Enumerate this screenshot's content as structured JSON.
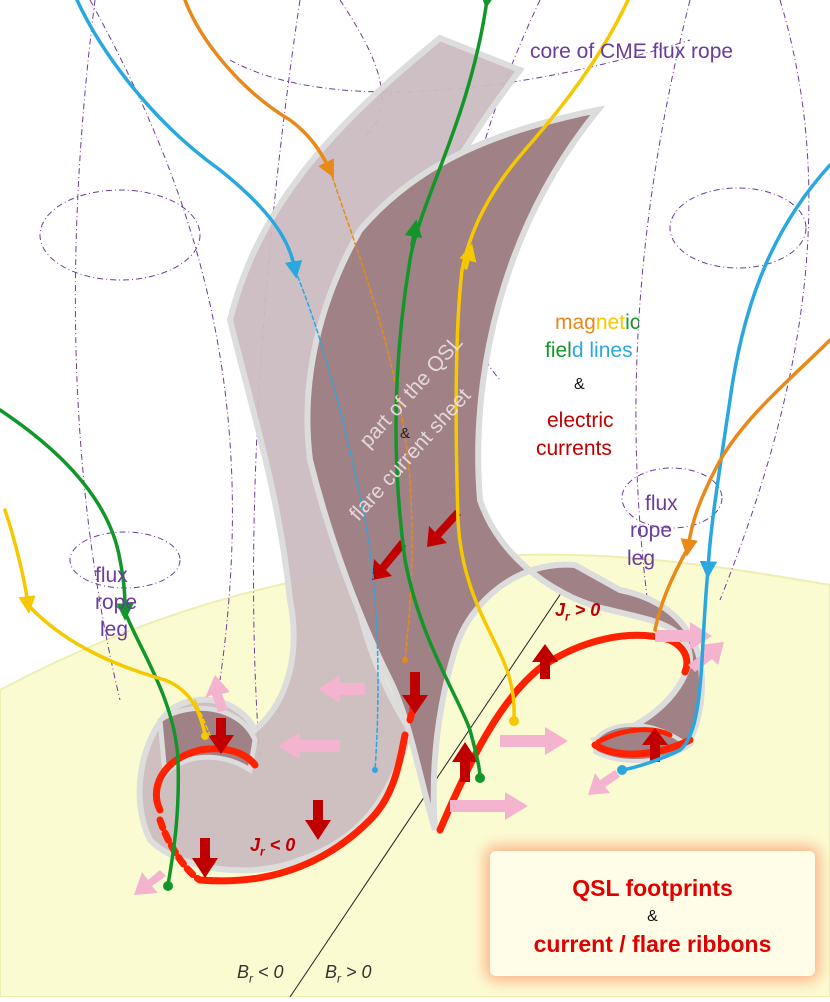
{
  "labels": {
    "core": "core of  CME flux  rope",
    "flux_left": [
      "flux",
      "rope",
      "leg"
    ],
    "flux_right": [
      "flux",
      "rope",
      "leg"
    ],
    "magnetic": [
      "mag",
      "net",
      "ic"
    ],
    "field_lines": [
      "fiel",
      "d",
      " lines"
    ],
    "amp": "&",
    "electric": "electric",
    "currents": "currents",
    "sheet_line1": "part of the QSL",
    "sheet_amp": "&",
    "sheet_line2": "flare current sheet",
    "j_pos": "J",
    "j_pos_sub": "r",
    "j_pos_rel": " > 0",
    "j_neg": "J",
    "j_neg_sub": "r",
    "j_neg_rel": " < 0",
    "b_neg": "B",
    "b_neg_sub": "r",
    "b_neg_rel": " < 0",
    "b_pos": "B",
    "b_pos_sub": "r",
    "b_pos_rel": " > 0"
  },
  "legend_box": {
    "title": "QSL footprints",
    "amp": "&",
    "subtitle": "current / flare ribbons"
  },
  "colors": {
    "orange": "#e8891a",
    "green": "#12962a",
    "blue": "#29a8e0",
    "yellow": "#f5c800",
    "red": "#ff2200",
    "dark_red": "#c00000",
    "purple": "#6a3d9a",
    "sheet_dark": "#9f8186",
    "sheet_light": "#ccbcc1",
    "sun": "#fbfbd2",
    "pink_arrow": "#f4b3cf"
  }
}
